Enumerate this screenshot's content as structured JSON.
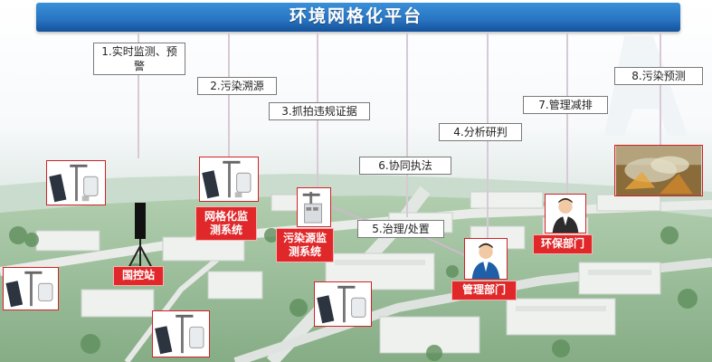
{
  "title": "环境网格化平台",
  "steps": [
    {
      "id": "s1",
      "text": "1.实时监测、预警"
    },
    {
      "id": "s2",
      "text": "2.污染溯源"
    },
    {
      "id": "s3",
      "text": "3.抓拍违规证据"
    },
    {
      "id": "s4",
      "text": "4.分析研判"
    },
    {
      "id": "s5",
      "text": "5.治理/处置"
    },
    {
      "id": "s6",
      "text": "6.协同执法"
    },
    {
      "id": "s7",
      "text": "7.管理减排"
    },
    {
      "id": "s8",
      "text": "8.污染预测"
    }
  ],
  "labels": {
    "national_station": "国控站",
    "grid_system": "网格化监测系统",
    "pollution_source_system": "污染源监测系统",
    "management_dept": "管理部门",
    "env_dept": "环保部门"
  },
  "colors": {
    "banner": "#1c62b2",
    "tag_red": "#e0282a"
  }
}
